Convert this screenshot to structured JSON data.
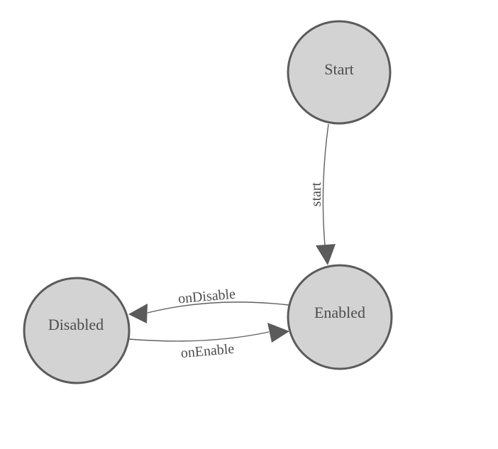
{
  "diagram": {
    "type": "state-machine",
    "nodes": [
      {
        "id": "start",
        "label": "Start"
      },
      {
        "id": "enabled",
        "label": "Enabled"
      },
      {
        "id": "disabled",
        "label": "Disabled"
      }
    ],
    "edges": [
      {
        "from": "start",
        "to": "enabled",
        "label": "start"
      },
      {
        "from": "enabled",
        "to": "disabled",
        "label": "onDisable"
      },
      {
        "from": "disabled",
        "to": "enabled",
        "label": "onEnable"
      }
    ],
    "colors": {
      "background": "#ffffff",
      "node_fill": "#d3d3d3",
      "node_stroke": "#5b5b5b",
      "edge_stroke": "#606060",
      "arrow_fill": "#5b5b5b",
      "label_text": "#4c4c4c"
    }
  }
}
